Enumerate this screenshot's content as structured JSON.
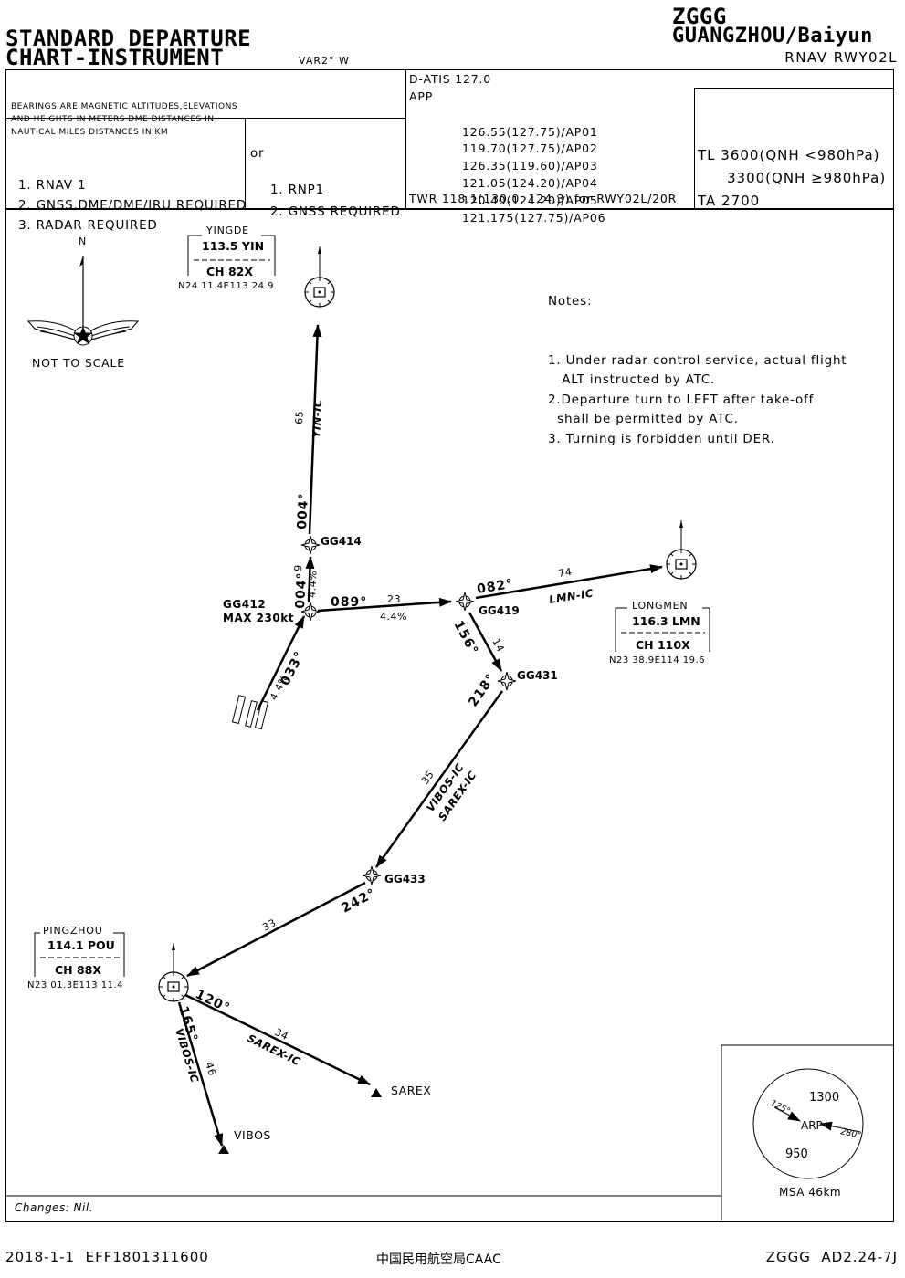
{
  "header": {
    "title_line1": "STANDARD DEPARTURE",
    "title_line2": "CHART-INSTRUMENT",
    "variation": "VAR2° W",
    "airport_code": "ZGGG",
    "airport_name": "GUANGZHOU/Baiyun",
    "procedure": "RNAV RWY02L"
  },
  "info": {
    "bearings_note": [
      "BEARINGS ARE MAGNETIC ALTITUDES,ELEVATIONS",
      "AND HEIGHTS IN METERS DME DISTANCES IN",
      "NAUTICAL MILES DISTANCES IN KM"
    ],
    "nav_spec_left": [
      "1. RNAV 1",
      "2. GNSS,DME/DME/IRU REQUIRED",
      "3. RADAR REQUIRED"
    ],
    "or_label": "or",
    "nav_spec_right": [
      "1. RNP1",
      "2. GNSS REQUIRED"
    ],
    "datis": "D-ATIS 127.0",
    "app_label": "APP",
    "app_freqs": [
      "126.55(127.75)/AP01",
      "119.70(127.75)/AP02",
      "126.35(119.60)/AP03",
      "121.05(124.20)/AP04",
      "120.40(124.20)/AP05",
      "121.175(127.75)/AP06"
    ],
    "twr": "TWR 118.1(130.0, 124.3) for RWY02L/20R",
    "tl_lines": [
      "TL 3600(QNH <980hPa)",
      "3300(QNH ≥980hPa)",
      "TA 2700"
    ]
  },
  "map": {
    "north_label": "N",
    "not_to_scale": "NOT TO SCALE",
    "notes_title": "Notes:",
    "notes": [
      "1. Under radar control service, actual flight",
      "   ALT instructed by ATC.",
      "2.Departure turn to LEFT after take-off",
      "  shall be permitted by ATC.",
      "3. Turning is forbidden until DER."
    ],
    "navaids": {
      "yingde": {
        "name": "YINGDE",
        "freq": "113.5 YIN",
        "ch": "CH 82X",
        "coord": "N24 11.4E113 24.9"
      },
      "longmen": {
        "name": "LONGMEN",
        "freq": "116.3 LMN",
        "ch": "CH 110X",
        "coord": "N23 38.9E114 19.6"
      },
      "pingzhou": {
        "name": "PINGZHOU",
        "freq": "114.1 POU",
        "ch": "CH 88X",
        "coord": "N23 01.3E113 11.4"
      }
    },
    "fixes": {
      "gg412": "GG412",
      "gg412_speed": "MAX 230kt",
      "gg414": "GG414",
      "gg419": "GG419",
      "gg431": "GG431",
      "gg433": "GG433",
      "sarex": "SAREX",
      "vibos": "VIBOS"
    },
    "legs": {
      "rwy_track": "033°",
      "rwy_dist": "4.4%",
      "gg412_gg414_track": "004°",
      "gg412_gg414_dist": "9",
      "gg412_gg414_grad": "4.4%",
      "gg414_yin_track": "004°",
      "gg414_yin_dist": "65",
      "gg414_yin_name": "YIN-IC",
      "gg412_gg419_track": "089°",
      "gg412_gg419_dist": "23",
      "gg412_gg419_grad": "4.4%",
      "gg419_lmn_track": "082°",
      "gg419_lmn_dist": "74",
      "gg419_lmn_name": "LMN-IC",
      "gg419_gg431_track": "156°",
      "gg419_gg431_dist": "14",
      "gg431_gg433_track": "218°",
      "gg431_gg433_dist": "35",
      "gg431_gg433_name1": "VIBOS-IC",
      "gg431_gg433_name2": "SAREX-IC",
      "gg433_pou_track": "242°",
      "gg433_pou_dist": "33",
      "pou_sarex_track": "120°",
      "pou_sarex_dist": "34",
      "pou_sarex_name": "SAREX-IC",
      "pou_vibos_track": "165°",
      "pou_vibos_dist": "46",
      "pou_vibos_name": "VIBOS-IC"
    },
    "msa": {
      "north_alt": "1300",
      "south_alt": "950",
      "bearing1": "125°",
      "bearing2": "280°",
      "center": "ARP",
      "caption": "MSA 46km"
    },
    "changes": "Changes: Nil."
  },
  "footer": {
    "date": "2018-1-1  EFF1801311600",
    "authority": "中国民用航空局CAAC",
    "page": "ZGGG  AD2.24-7J"
  }
}
